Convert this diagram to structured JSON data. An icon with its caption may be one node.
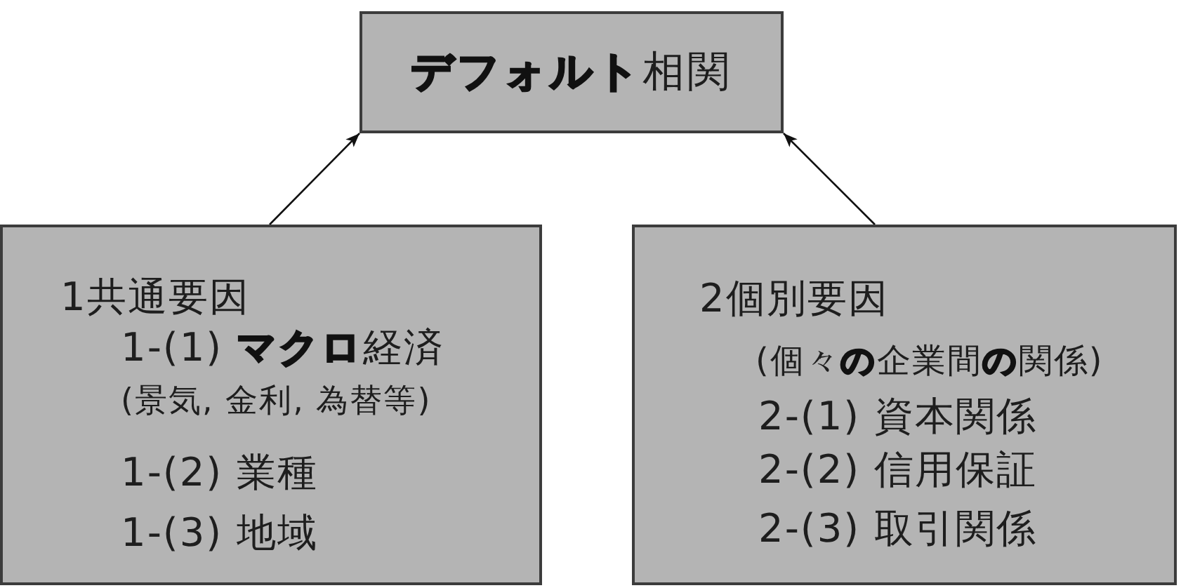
{
  "diagram": {
    "nodes": [
      {
        "text": [
          "**デフォルト**相関"
        ]
      },
      {
        "text": [
          "1共通要因",
          "1-(1) **マクロ**経済",
          "(景気, 金利, 為替等)",
          "1-(2) 業種",
          "1-(3) 地域"
        ]
      },
      {
        "text": [
          "2個別要因",
          "(個々**の**企業間**の**関係)",
          "2-(1) 資本関係",
          "2-(2) 信用保証",
          "2-(3) 取引関係"
        ]
      }
    ],
    "edges": [
      {
        "from": 1,
        "to": 0,
        "arrow": "to"
      },
      {
        "from": 2,
        "to": 0,
        "arrow": "to"
      }
    ]
  }
}
